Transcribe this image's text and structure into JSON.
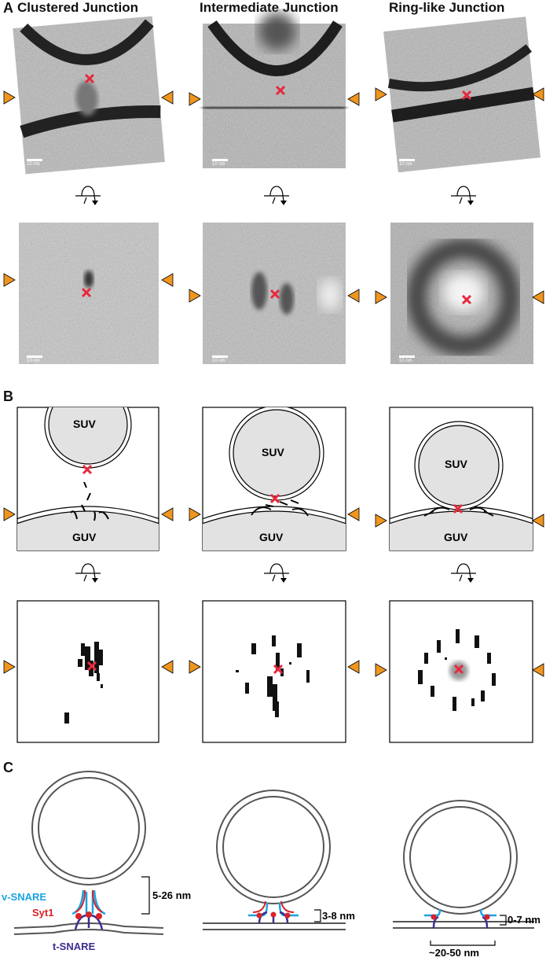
{
  "panels": {
    "a": "A",
    "b": "B",
    "c": "C"
  },
  "columns": [
    {
      "title": "Clustered Junction"
    },
    {
      "title": "Intermediate Junction"
    },
    {
      "title": "Ring-like Junction"
    }
  ],
  "scale_bar_label": "10 nm",
  "model": {
    "suv": "SUV",
    "guv": "GUV"
  },
  "legend": {
    "v_snare": "v-SNARE",
    "syt1": "Syt1",
    "t_snare": "t-SNARE"
  },
  "distances": [
    "5-26 nm",
    "3-8 nm",
    "0-7 nm"
  ],
  "ring_width": "~20-50 nm",
  "colors": {
    "marker_orange": "#f0961e",
    "cross_red": "#e8283c",
    "v_snare": "#1aa3e0",
    "syt1": "#d9222a",
    "t_snare": "#3b2d8c"
  }
}
